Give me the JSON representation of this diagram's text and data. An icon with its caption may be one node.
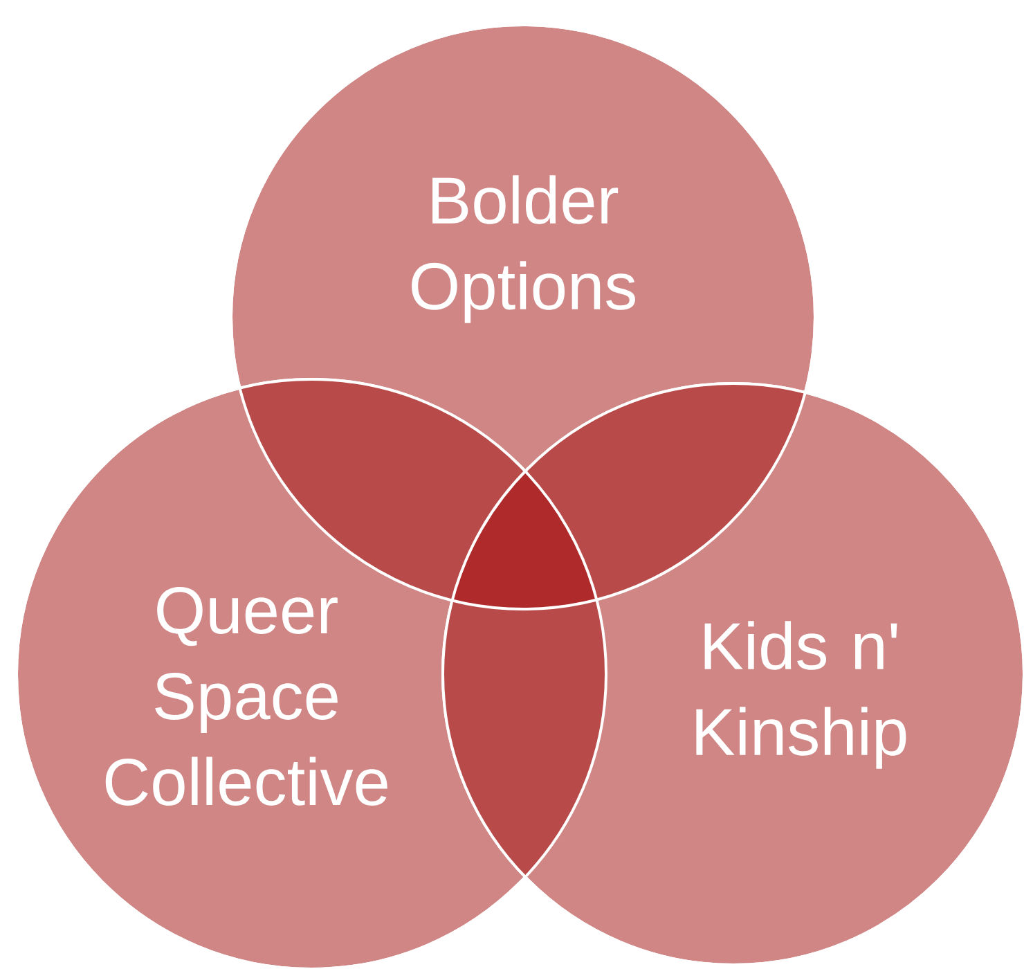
{
  "diagram": {
    "nodes": [
      {
        "text": [
          "Bolder Options"
        ]
      },
      {
        "text": [
          "Queer Space Collective"
        ]
      },
      {
        "text": [
          "Kids n' Kinship"
        ]
      }
    ]
  }
}
